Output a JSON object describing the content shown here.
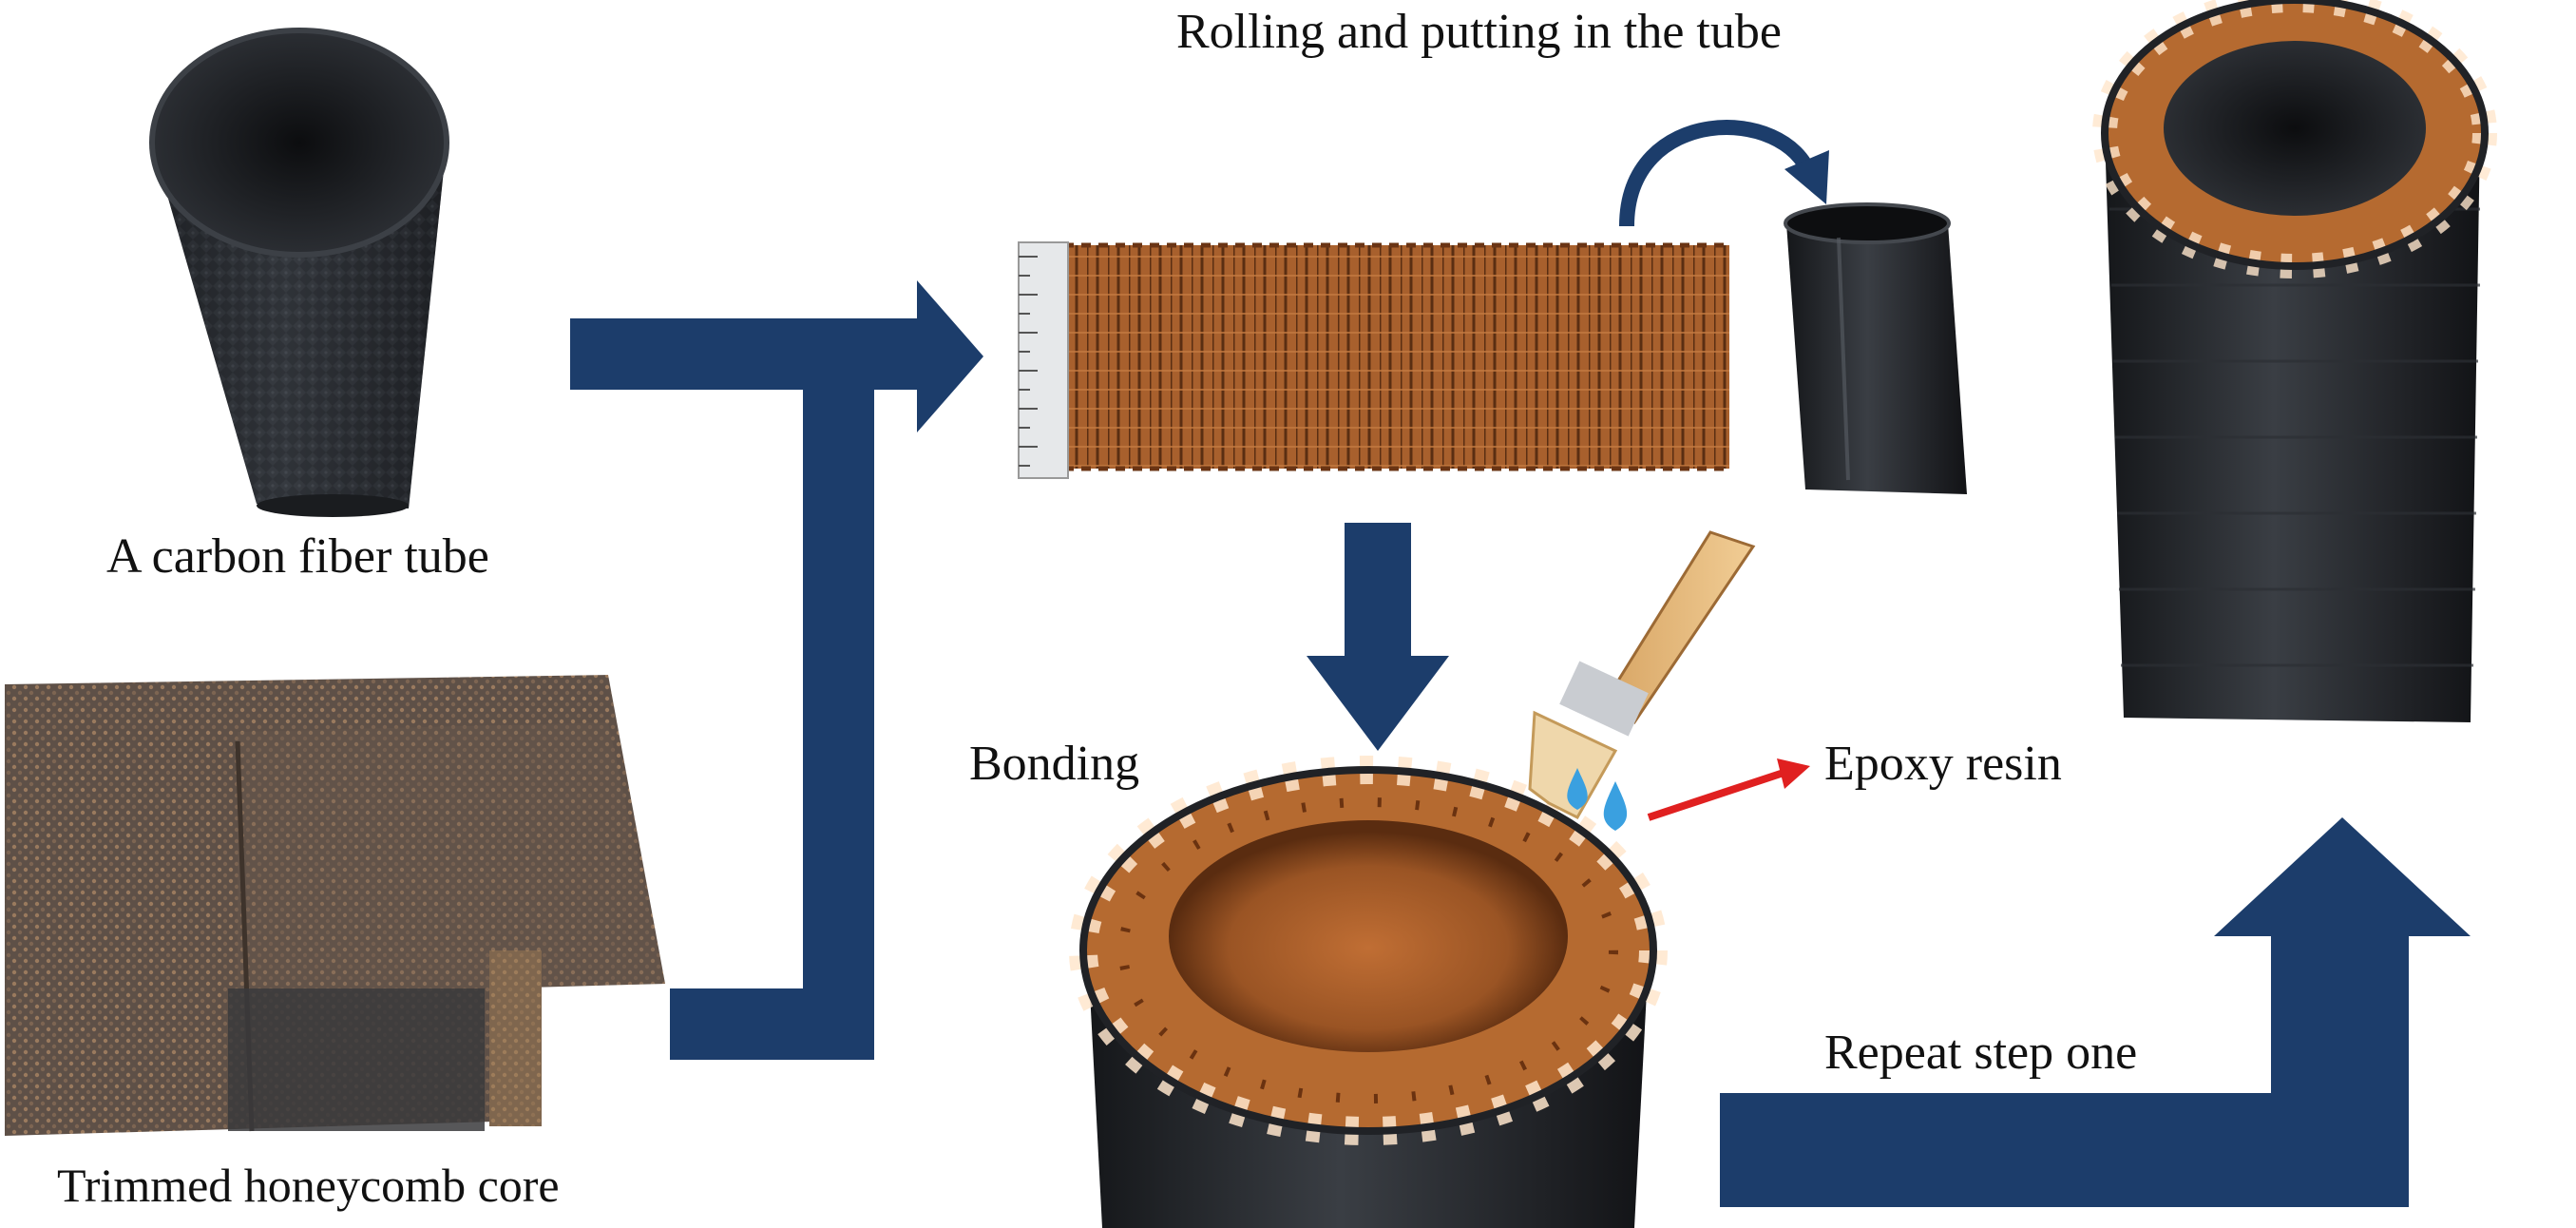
{
  "labels": {
    "carbon_tube": "A carbon fiber tube",
    "honeycomb_core": "Trimmed honeycomb core",
    "rolling": "Rolling and putting in the tube",
    "bonding": "Bonding",
    "epoxy": "Epoxy resin",
    "repeat": "Repeat step one"
  },
  "colors": {
    "arrow": "#1c3d6b",
    "honeycomb": "#b0652e",
    "carbon": "#23262b",
    "pointer": "#e02020",
    "resin_drop": "#3aa0e0",
    "brush_handle": "#e6b87a"
  }
}
